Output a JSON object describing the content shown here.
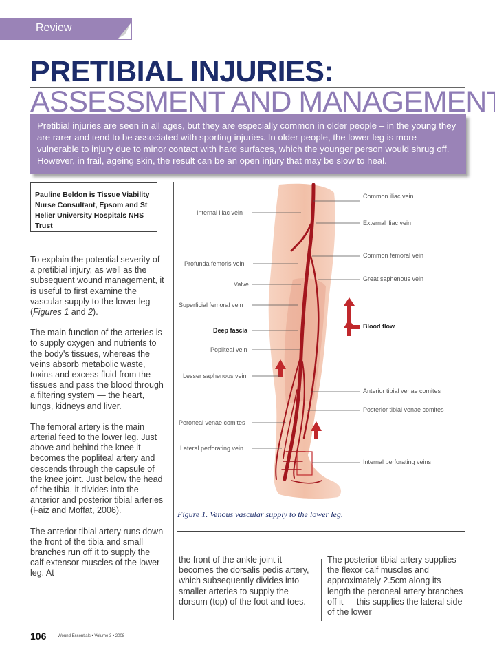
{
  "header": {
    "section_tab": "Review",
    "title_line1": "PRETIBIAL INJURIES:",
    "title_line2": "ASSESSMENT AND MANAGEMENT"
  },
  "intro": "Pretibial injuries are seen in all ages, but they are especially common in older people – in the young they are rarer and tend to be associated with sporting injuries. In older people, the lower leg is more vulnerable to injury due to minor contact with hard surfaces, which the younger person would shrug off. However, in frail, ageing skin, the result can be an open injury that may be slow to heal.",
  "author": "Pauline Beldon is Tissue Viability Nurse Consultant, Epsom and St Helier University Hospitals NHS Trust",
  "body_left": {
    "p1_pre": "To explain the potential severity of a pretibial injury, as well as the subsequent wound management, it is useful to first examine the vascular supply to the lower leg (",
    "p1_ref": "Figures 1",
    "p1_mid": " and ",
    "p1_ref2": "2",
    "p1_post": ").",
    "p2": "The main function of the arteries is to supply oxygen and nutrients to the body's tissues, whereas the veins absorb metabolic waste, toxins and excess fluid from the tissues and pass the blood through a filtering system — the heart, lungs, kidneys and liver.",
    "p3": "The femoral artery is the main arterial feed to the lower leg. Just above and behind the knee it becomes the popliteal artery and descends through the capsule of the knee joint. Just below the head of the tibia, it divides into the anterior and posterior tibial arteries (Faiz and Moffat, 2006).",
    "p4": "The anterior tibial artery runs down the front of the tibia and small branches run off it to supply the calf extensor muscles of the lower leg. At"
  },
  "body_mid": "the front of the ankle joint it becomes the dorsalis pedis artery, which subsequently divides into smaller arteries to supply the dorsum (top) of the foot and toes.",
  "body_right": "The posterior tibial artery supplies the flexor calf muscles and approximately 2.5cm along its length the peroneal artery branches off it — this supplies the lateral side of the lower",
  "figure": {
    "labels_left": {
      "internal_iliac": "Internal iliac vein",
      "profunda": "Profunda femoris vein",
      "valve": "Valve",
      "superficial_femoral": "Superficial femoral vein",
      "deep_fascia": "Deep fascia",
      "popliteal": "Popliteal vein",
      "lesser_saphenous": "Lesser saphenous vein",
      "peroneal": "Peroneal venae comites",
      "lateral_perforating": "Lateral perforating vein"
    },
    "labels_right": {
      "common_iliac": "Common iliac vein",
      "external_iliac": "External iliac vein",
      "common_femoral": "Common femoral vein",
      "great_saphenous": "Great saphenous vein",
      "blood_flow": "Blood flow",
      "anterior_tibial": "Anterior tibial venae comites",
      "posterior_tibial": "Posterior tibial venae comites",
      "internal_perforating": "Internal perforating veins"
    },
    "caption": "Figure 1. Venous vascular supply to the lower leg.",
    "colors": {
      "skin": "#f4c6b0",
      "vein": "#a3161e",
      "arrow": "#c0282c"
    }
  },
  "footer": {
    "page_number": "106",
    "journal": "Wound Essentials • Volume 3 • 2008"
  }
}
